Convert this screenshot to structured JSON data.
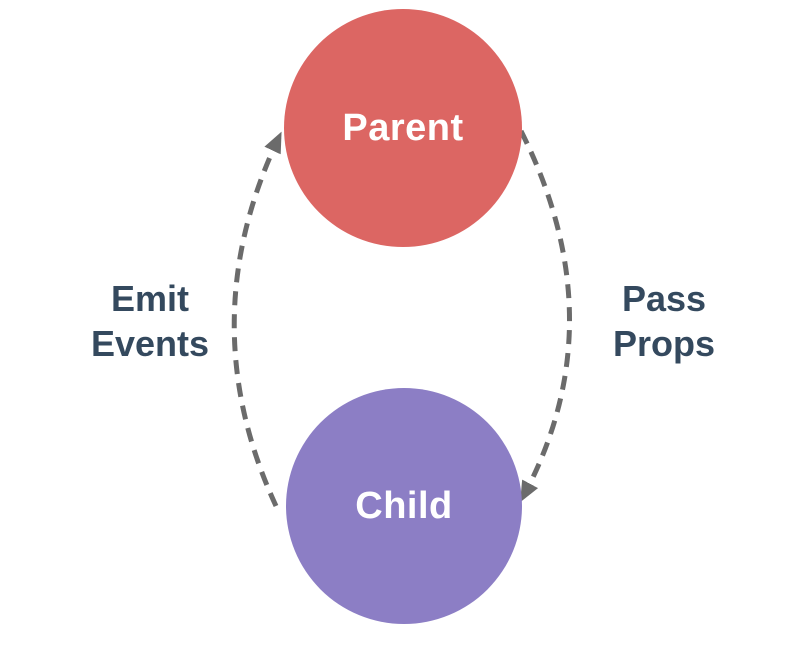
{
  "diagram": {
    "background": "#ffffff",
    "nodes": {
      "parent": {
        "label": "Parent",
        "color": "#DC6663",
        "text_color": "#FFFFFF",
        "shape": "circle",
        "position": "top"
      },
      "child": {
        "label": "Child",
        "color": "#8C7EC5",
        "text_color": "#FFFFFF",
        "shape": "circle",
        "position": "bottom"
      }
    },
    "edges": {
      "emit_events": {
        "label": "Emit Events",
        "from": "Child",
        "to": "Parent",
        "side": "left",
        "style": "dashed",
        "color": "#6B6B6B"
      },
      "pass_props": {
        "label": "Pass Props",
        "from": "Parent",
        "to": "Child",
        "side": "right",
        "style": "dashed",
        "color": "#6B6B6B"
      }
    },
    "label_color": "#34495E"
  }
}
